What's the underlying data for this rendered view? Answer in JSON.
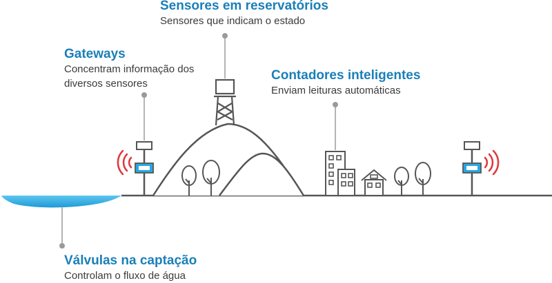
{
  "labels": {
    "reservoir": {
      "title": "Sensores em reservatórios",
      "desc": "Sensores que indicam o estado"
    },
    "gateways": {
      "title": "Gateways",
      "desc": "Concentram informação dos\ndiversos sensores"
    },
    "meters": {
      "title": "Contadores inteligentes",
      "desc": "Enviam leituras automáticas"
    },
    "valves": {
      "title": "Válvulas na captação",
      "desc": "Controlam o fluxo de água"
    }
  },
  "colors": {
    "title": "#1a7fb8",
    "text": "#3a3a3a",
    "line": "#555555",
    "water": "#29abe2",
    "sensor": "#29a8e0",
    "signal": "#e03a3e",
    "leader": "#9a9a9a"
  },
  "icons": [
    "water-tower-icon",
    "gateway-antenna-icon",
    "wifi-signal-icon",
    "tree-icon",
    "building-icon",
    "house-icon"
  ]
}
